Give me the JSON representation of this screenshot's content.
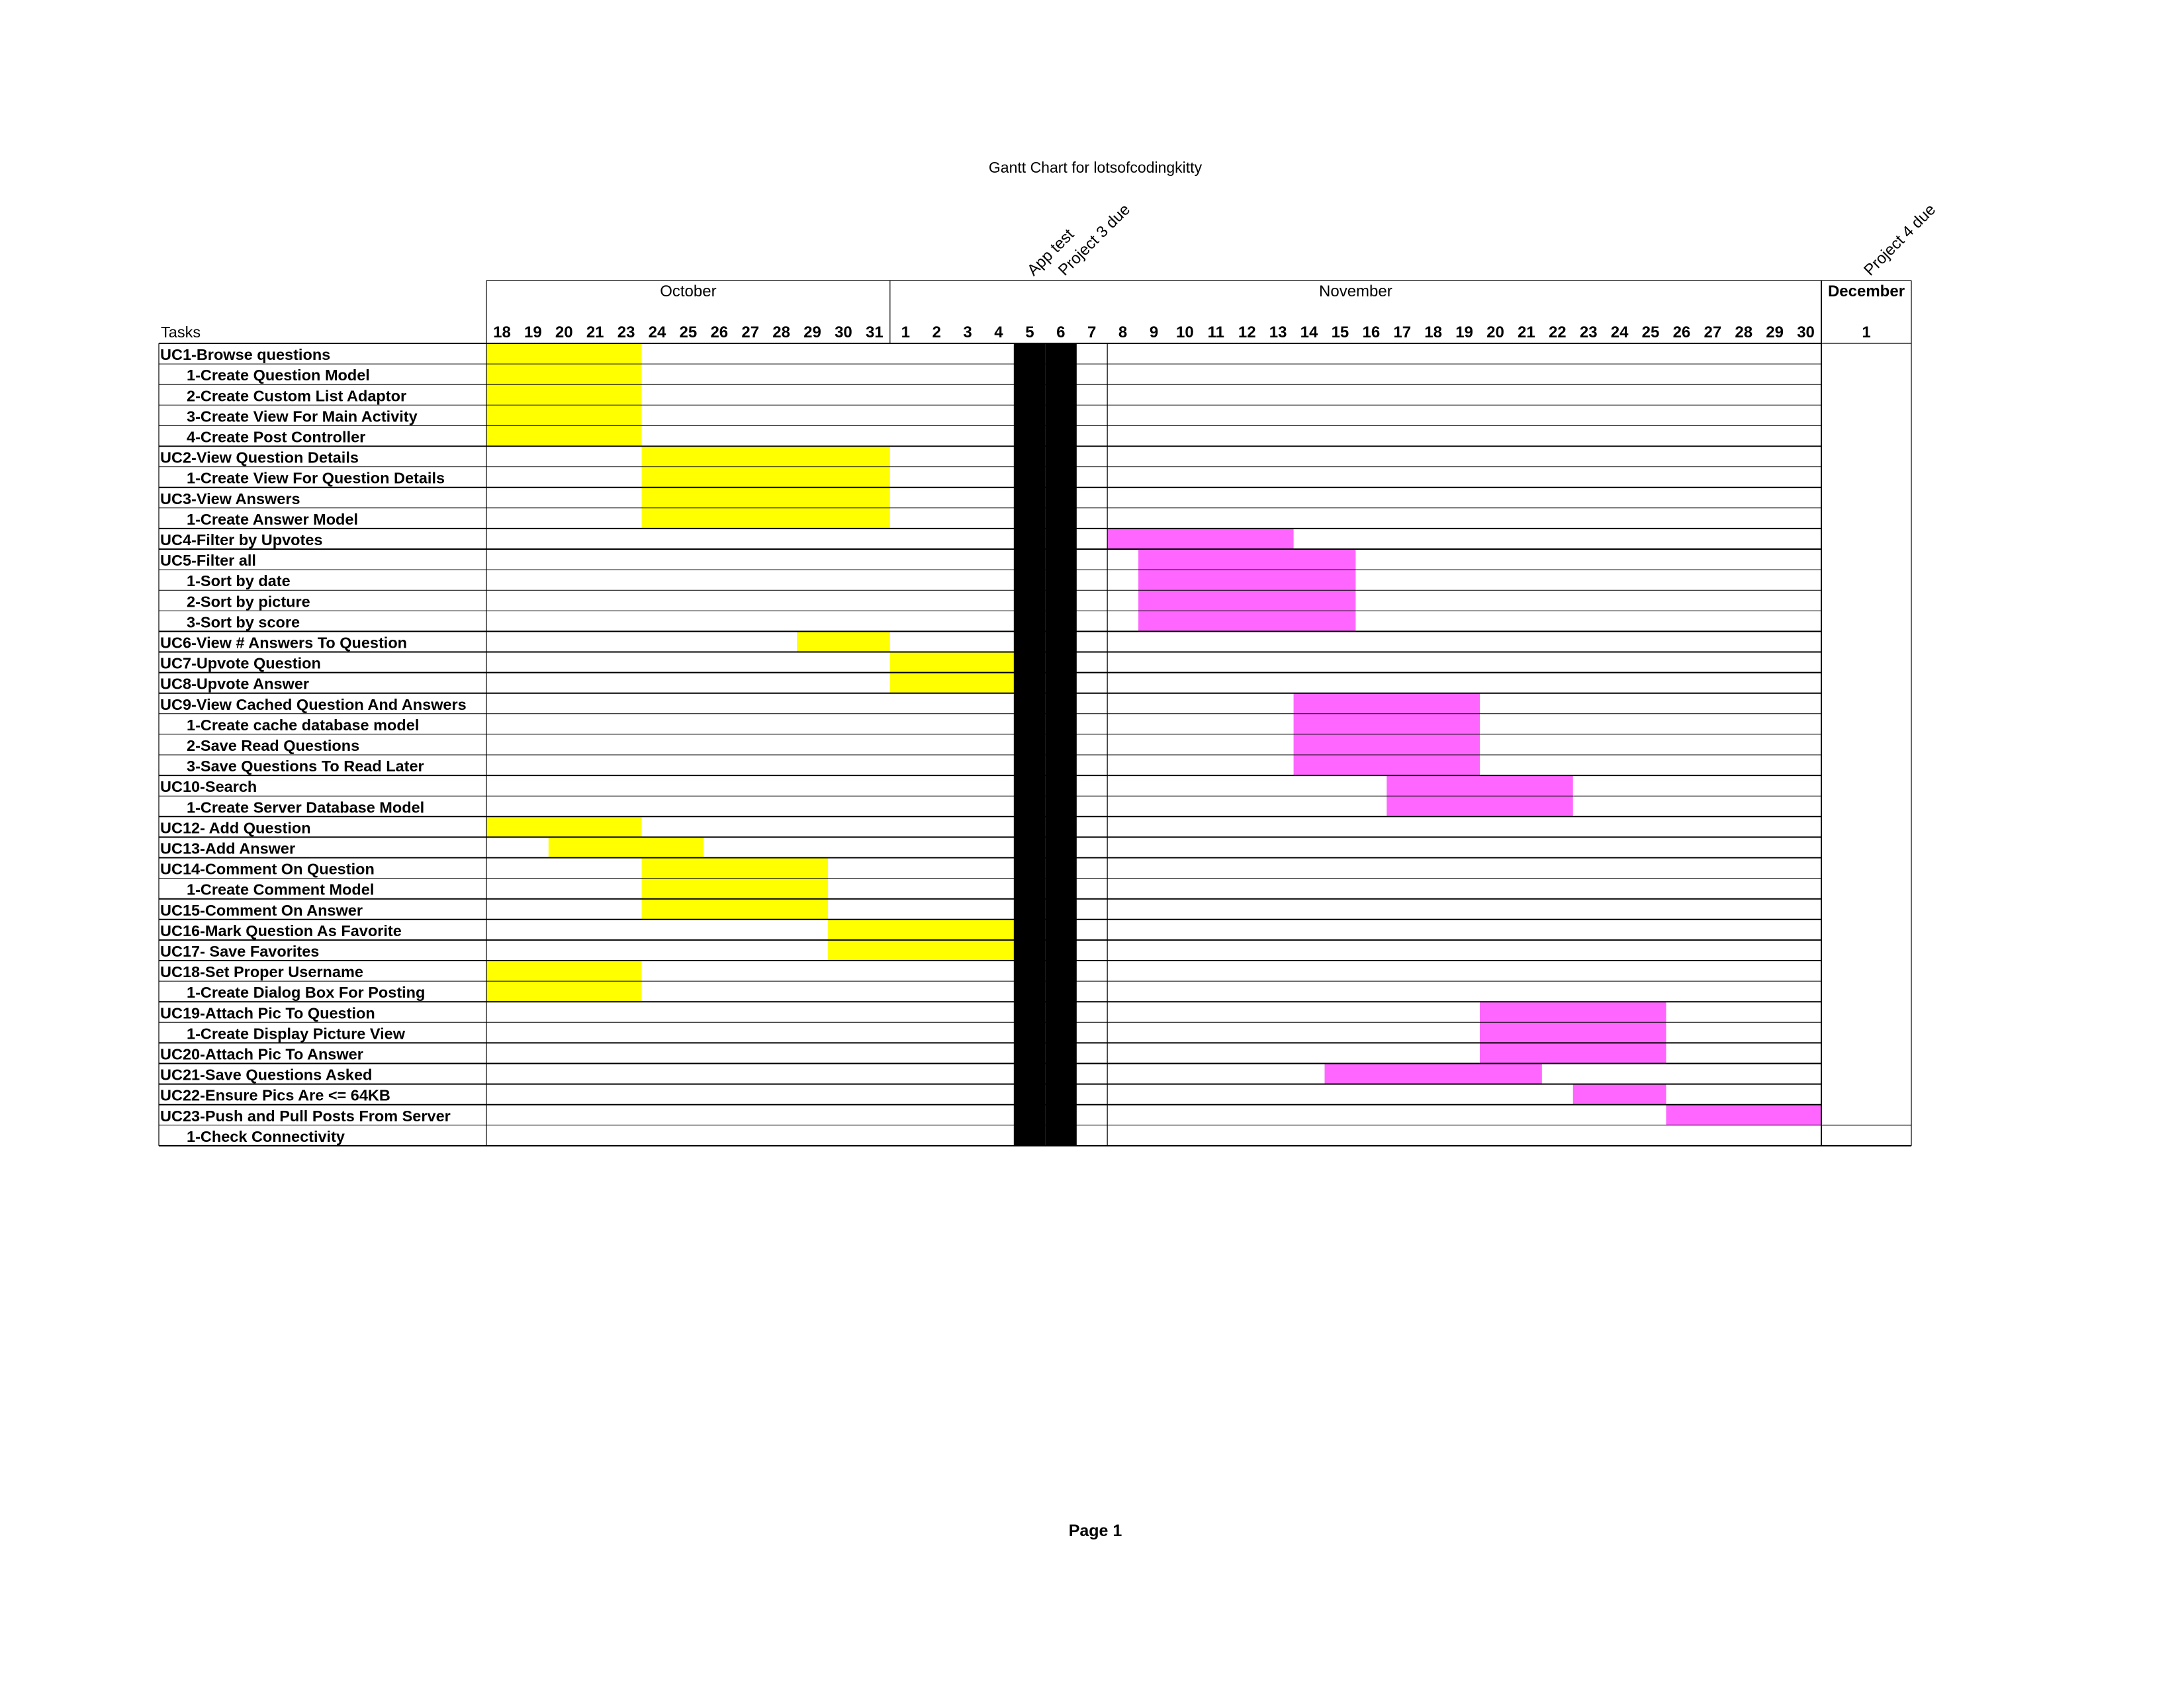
{
  "page_label": "Page 1",
  "colors": {
    "uc_bar": "#ffff00",
    "later_bar": "#ff66ff",
    "milestone": "#000000"
  },
  "chart_data": {
    "type": "gantt",
    "title": "Gantt Chart for lotsofcodingkitty",
    "task_header": "Tasks",
    "months": [
      {
        "name": "October",
        "days": [
          "18",
          "19",
          "20",
          "21",
          "23",
          "24",
          "25",
          "26",
          "27",
          "28",
          "29",
          "30",
          "31"
        ]
      },
      {
        "name": "November",
        "days": [
          "1",
          "2",
          "3",
          "4",
          "5",
          "6",
          "7",
          "8",
          "9",
          "10",
          "11",
          "12",
          "13",
          "14",
          "15",
          "16",
          "17",
          "18",
          "19",
          "20",
          "21",
          "22",
          "23",
          "24",
          "25",
          "26",
          "27",
          "28",
          "29",
          "30"
        ]
      },
      {
        "name": "December",
        "days": [
          "1"
        ]
      }
    ],
    "milestones": [
      {
        "label": "App test",
        "day": "Nov 5"
      },
      {
        "label": "Project 3 due",
        "day": "Nov 6"
      },
      {
        "label": "Project 4 due",
        "day": "Dec 1"
      }
    ],
    "blocked_days": [
      "Nov 5",
      "Nov 6"
    ],
    "tasks": [
      {
        "name": "UC1-Browse questions",
        "sub": false,
        "bar": [
          "Oct 18",
          "Oct 23"
        ],
        "color": "yellow"
      },
      {
        "name": "1-Create Question Model",
        "sub": true,
        "bar": [
          "Oct 18",
          "Oct 23"
        ],
        "color": "yellow"
      },
      {
        "name": "2-Create Custom List Adaptor",
        "sub": true,
        "bar": [
          "Oct 18",
          "Oct 23"
        ],
        "color": "yellow"
      },
      {
        "name": "3-Create View For Main Activity",
        "sub": true,
        "bar": [
          "Oct 18",
          "Oct 23"
        ],
        "color": "yellow"
      },
      {
        "name": "4-Create Post Controller",
        "sub": true,
        "bar": [
          "Oct 18",
          "Oct 23"
        ],
        "color": "yellow"
      },
      {
        "name": "UC2-View Question Details",
        "sub": false,
        "bar": [
          "Oct 24",
          "Oct 31"
        ],
        "color": "yellow"
      },
      {
        "name": "1-Create View For Question Details",
        "sub": true,
        "bar": [
          "Oct 24",
          "Oct 31"
        ],
        "color": "yellow"
      },
      {
        "name": "UC3-View Answers",
        "sub": false,
        "bar": [
          "Oct 24",
          "Oct 31"
        ],
        "color": "yellow"
      },
      {
        "name": "1-Create Answer Model",
        "sub": true,
        "bar": [
          "Oct 24",
          "Oct 31"
        ],
        "color": "yellow"
      },
      {
        "name": "UC4-Filter by Upvotes",
        "sub": false,
        "bar": [
          "Nov 8",
          "Nov 13"
        ],
        "color": "magenta"
      },
      {
        "name": "UC5-Filter all",
        "sub": false,
        "bar": [
          "Nov 9",
          "Nov 15"
        ],
        "color": "magenta"
      },
      {
        "name": "1-Sort by date",
        "sub": true,
        "bar": [
          "Nov 9",
          "Nov 15"
        ],
        "color": "magenta"
      },
      {
        "name": "2-Sort by picture",
        "sub": true,
        "bar": [
          "Nov 9",
          "Nov 15"
        ],
        "color": "magenta"
      },
      {
        "name": "3-Sort by score",
        "sub": true,
        "bar": [
          "Nov 9",
          "Nov 15"
        ],
        "color": "magenta"
      },
      {
        "name": "UC6-View # Answers To Question",
        "sub": false,
        "bar": [
          "Oct 29",
          "Oct 31"
        ],
        "color": "yellow"
      },
      {
        "name": "UC7-Upvote Question",
        "sub": false,
        "bar": [
          "Nov 1",
          "Nov 4"
        ],
        "color": "yellow"
      },
      {
        "name": "UC8-Upvote Answer",
        "sub": false,
        "bar": [
          "Nov 1",
          "Nov 4"
        ],
        "color": "yellow"
      },
      {
        "name": "UC9-View Cached Question And Answers",
        "sub": false,
        "bar": [
          "Nov 14",
          "Nov 19"
        ],
        "color": "magenta"
      },
      {
        "name": "1-Create cache database model",
        "sub": true,
        "bar": [
          "Nov 14",
          "Nov 19"
        ],
        "color": "magenta"
      },
      {
        "name": "2-Save Read Questions",
        "sub": true,
        "bar": [
          "Nov 14",
          "Nov 19"
        ],
        "color": "magenta"
      },
      {
        "name": "3-Save Questions To Read Later",
        "sub": true,
        "bar": [
          "Nov 14",
          "Nov 19"
        ],
        "color": "magenta"
      },
      {
        "name": "UC10-Search",
        "sub": false,
        "bar": [
          "Nov 17",
          "Nov 22"
        ],
        "color": "magenta"
      },
      {
        "name": "1-Create Server Database Model",
        "sub": true,
        "bar": [
          "Nov 17",
          "Nov 22"
        ],
        "color": "magenta"
      },
      {
        "name": "UC12- Add Question",
        "sub": false,
        "bar": [
          "Oct 18",
          "Oct 23"
        ],
        "color": "yellow"
      },
      {
        "name": "UC13-Add Answer",
        "sub": false,
        "bar": [
          "Oct 20",
          "Oct 25"
        ],
        "color": "yellow"
      },
      {
        "name": "UC14-Comment On Question",
        "sub": false,
        "bar": [
          "Oct 24",
          "Oct 29"
        ],
        "color": "yellow"
      },
      {
        "name": "1-Create Comment Model",
        "sub": true,
        "bar": [
          "Oct 24",
          "Oct 29"
        ],
        "color": "yellow"
      },
      {
        "name": "UC15-Comment On Answer",
        "sub": false,
        "bar": [
          "Oct 24",
          "Oct 29"
        ],
        "color": "yellow"
      },
      {
        "name": "UC16-Mark Question As Favorite",
        "sub": false,
        "bar": [
          "Oct 30",
          "Nov 4"
        ],
        "color": "yellow"
      },
      {
        "name": "UC17- Save Favorites",
        "sub": false,
        "bar": [
          "Oct 30",
          "Nov 4"
        ],
        "color": "yellow"
      },
      {
        "name": "UC18-Set Proper Username",
        "sub": false,
        "bar": [
          "Oct 18",
          "Oct 23"
        ],
        "color": "yellow"
      },
      {
        "name": "1-Create Dialog Box For Posting",
        "sub": true,
        "bar": [
          "Oct 18",
          "Oct 23"
        ],
        "color": "yellow"
      },
      {
        "name": "UC19-Attach Pic To Question",
        "sub": false,
        "bar": [
          "Nov 20",
          "Nov 25"
        ],
        "color": "magenta"
      },
      {
        "name": "1-Create Display Picture View",
        "sub": true,
        "bar": [
          "Nov 20",
          "Nov 25"
        ],
        "color": "magenta"
      },
      {
        "name": "UC20-Attach Pic To Answer",
        "sub": false,
        "bar": [
          "Nov 20",
          "Nov 25"
        ],
        "color": "magenta"
      },
      {
        "name": "UC21-Save Questions Asked",
        "sub": false,
        "bar": [
          "Nov 15",
          "Nov 21"
        ],
        "color": "magenta"
      },
      {
        "name": "UC22-Ensure Pics Are <= 64KB",
        "sub": false,
        "bar": [
          "Nov 23",
          "Nov 25"
        ],
        "color": "magenta"
      },
      {
        "name": "UC23-Push and Pull Posts From Server",
        "sub": false,
        "bar": [
          "Nov 26",
          "Nov 30"
        ],
        "color": "magenta"
      },
      {
        "name": "1-Check Connectivity",
        "sub": true,
        "bar": null,
        "color": null
      }
    ]
  }
}
